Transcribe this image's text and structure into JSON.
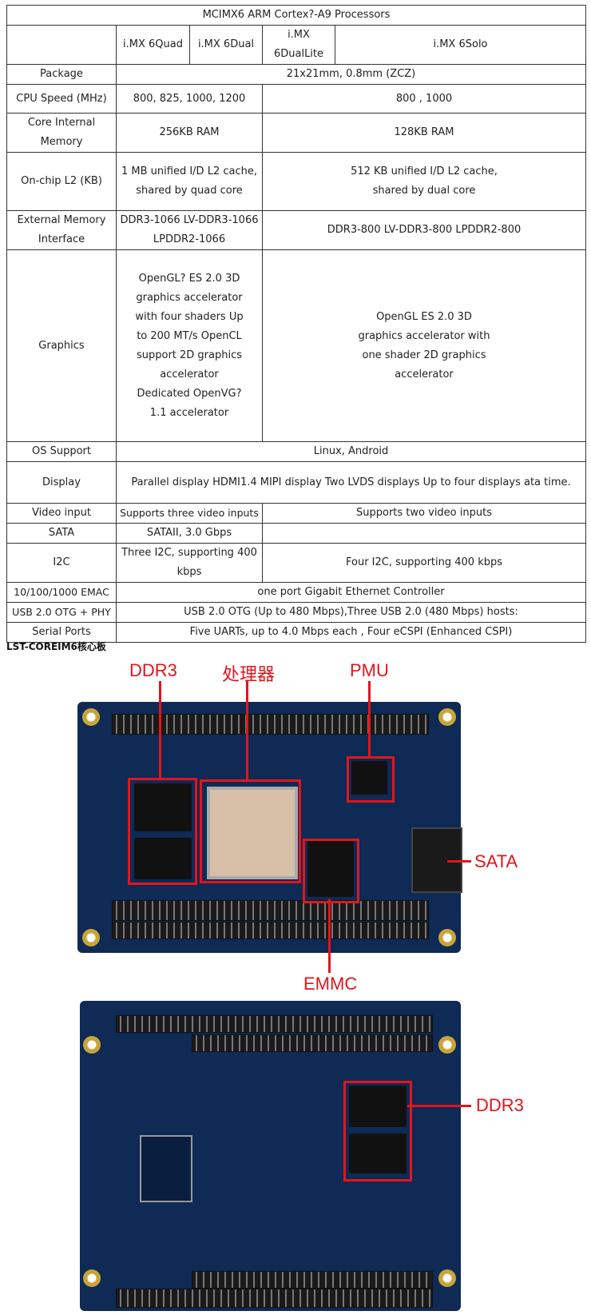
{
  "table": {
    "title": "MCIMX6 ARM Cortex?-A9 Processors",
    "headers": [
      "i.MX 6Quad",
      "i.MX 6Dual",
      "i.MX 6DualLite",
      "i.MX 6Solo"
    ],
    "rows": {
      "package": {
        "label": "Package",
        "value": "21x21mm, 0.8mm (ZCZ)"
      },
      "cpu": {
        "label": "CPU Speed (MHz)",
        "quad_dual": "800, 825, 1000, 1200",
        "lite_solo": "800 ,   1000"
      },
      "mem": {
        "label": "Core Internal Memory",
        "quad_dual": "256KB RAM",
        "lite_solo": "128KB RAM"
      },
      "l2": {
        "label": "On-chip L2 (KB)",
        "quad_dual": "1 MB unified I/D L2 cache, shared by quad core",
        "lite_solo": "512 KB unified I/D L2 cache, shared by dual core"
      },
      "ext": {
        "label": "External Memory Interface",
        "quad_dual": "DDR3-1066 LV-DDR3-1066 LPDDR2-1066",
        "lite_solo": "DDR3-800  LV-DDR3-800  LPDDR2-800"
      },
      "gfx": {
        "label": "Graphics",
        "quad_dual": "OpenGL? ES 2.0 3D graphics accelerator with four shaders Up to 200 MT/s OpenCL support 2D graphics accelerator Dedicated OpenVG? 1.1 accelerator",
        "lite_solo": "OpenGL ES 2.0 3D graphics accelerator with one shader 2D graphics accelerator"
      },
      "os": {
        "label": "OS Support",
        "value": "Linux, Android"
      },
      "display": {
        "label": "Display",
        "value": "Parallel display   HDMI1.4  MIPI display Two LVDS displays  Up to four displays ata time."
      },
      "video": {
        "label": "Video input",
        "quad_dual": "Supports three video inputs",
        "lite_solo": "Supports two video inputs"
      },
      "sata": {
        "label": "SATA",
        "quad_dual": "SATAII, 3.0 Gbps",
        "lite_solo": ""
      },
      "i2c": {
        "label": "I2C",
        "quad_dual": "Three I2C, supporting 400 kbps",
        "lite_solo": "Four I2C, supporting 400 kbps"
      },
      "emac": {
        "label": "10/100/1000 EMAC",
        "value": "one port Gigabit Ethernet Controller"
      },
      "usb": {
        "label": "USB 2.0 OTG + PHY",
        "value": "USB 2.0 OTG (Up to 480 Mbps),Three USB 2.0 (480 Mbps) hosts:"
      },
      "serial": {
        "label": "Serial Ports",
        "value": "Five UARTs, up to 4.0 Mbps each , Four eCSPI (Enhanced CSPI)"
      }
    }
  },
  "caption": "LST-COREIM6核心板",
  "top_labels": {
    "ddr3": "DDR3",
    "cpu": "处理器",
    "pmu": "PMU",
    "sata": "SATA",
    "emmc": "EMMC"
  },
  "bottom_labels": {
    "ddr3": "DDR3"
  },
  "colors": {
    "highlight": "#e3141b",
    "pcb": "#0e2a55"
  }
}
